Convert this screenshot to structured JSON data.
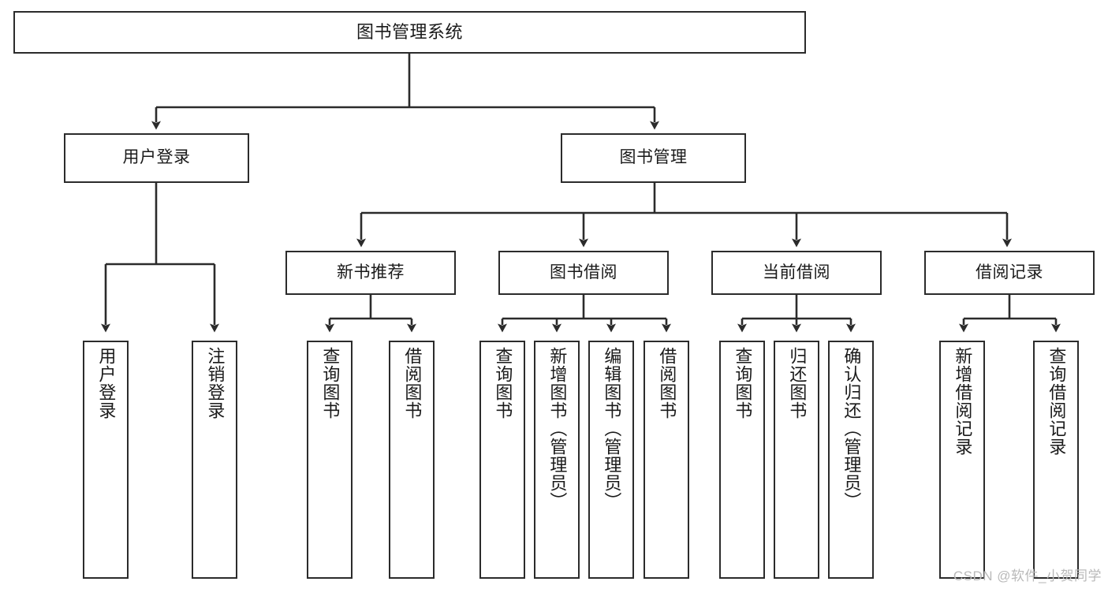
{
  "diagram": {
    "type": "tree-hierarchy",
    "title": "图书管理系统",
    "orientation": "top-down",
    "nodes": {
      "root": {
        "label": "图书管理系统",
        "level": 1
      },
      "level2": [
        {
          "id": "user-login",
          "label": "用户登录"
        },
        {
          "id": "book-manage",
          "label": "图书管理"
        }
      ],
      "level3": [
        {
          "id": "new-book-recommend",
          "label": "新书推荐"
        },
        {
          "id": "book-borrow",
          "label": "图书借阅"
        },
        {
          "id": "current-borrow",
          "label": "当前借阅"
        },
        {
          "id": "borrow-record",
          "label": "借阅记录"
        }
      ],
      "leaves": [
        {
          "id": "leaf-user-login",
          "label": "用户登录",
          "parent": "user-login"
        },
        {
          "id": "leaf-logout",
          "label": "注销登录",
          "parent": "user-login"
        },
        {
          "id": "leaf-query-book-1",
          "label": "查询图书",
          "parent": "new-book-recommend"
        },
        {
          "id": "leaf-borrow-book-1",
          "label": "借阅图书",
          "parent": "new-book-recommend"
        },
        {
          "id": "leaf-query-book-2",
          "label": "查询图书",
          "parent": "book-borrow"
        },
        {
          "id": "leaf-add-book",
          "label": "新增图书（管理员）",
          "parent": "book-borrow"
        },
        {
          "id": "leaf-edit-book",
          "label": "编辑图书（管理员）",
          "parent": "book-borrow"
        },
        {
          "id": "leaf-borrow-book-2",
          "label": "借阅图书",
          "parent": "book-borrow"
        },
        {
          "id": "leaf-query-book-3",
          "label": "查询图书",
          "parent": "current-borrow"
        },
        {
          "id": "leaf-return-book",
          "label": "归还图书",
          "parent": "current-borrow"
        },
        {
          "id": "leaf-confirm-return",
          "label": "确认归还（管理员）",
          "parent": "current-borrow"
        },
        {
          "id": "leaf-add-record",
          "label": "新增借阅记录",
          "parent": "borrow-record"
        },
        {
          "id": "leaf-query-record",
          "label": "查询借阅记录",
          "parent": "borrow-record"
        }
      ]
    },
    "colors": {
      "node_border": "#2b2b2b",
      "node_fill": "#ffffff",
      "edge": "#2b2b2b",
      "text": "#1a1a1a",
      "watermark": "#b9b9b9"
    }
  },
  "watermark": {
    "text": "CSDN @软件_小贺同学"
  }
}
